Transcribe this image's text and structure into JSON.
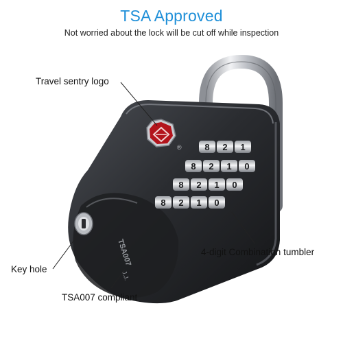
{
  "header": {
    "title": "TSA Approved",
    "subtitle": "Not worried about the lock will be cut off while inspection"
  },
  "callouts": {
    "travel_sentry_logo": "Travel sentry logo",
    "combination_tumbler": "4-digit Combination tumbler",
    "key_hole": "Key hole",
    "tsa007": "TSA007 compliant"
  },
  "dials": {
    "row1": [
      "8",
      "2",
      "1"
    ],
    "row2": [
      "8",
      "2",
      "1",
      "0"
    ],
    "row3": [
      "8",
      "2",
      "1",
      "0"
    ],
    "row4": [
      "8",
      "2",
      "1",
      "0"
    ]
  },
  "registered_mark": "®",
  "body_engraving": [
    "TSA007",
    "J.J."
  ],
  "colors": {
    "title": "#1e8fd8",
    "lock_body": "#2b2d31",
    "logo_red": "#b3141c",
    "shackle": "#c9ccd1"
  }
}
